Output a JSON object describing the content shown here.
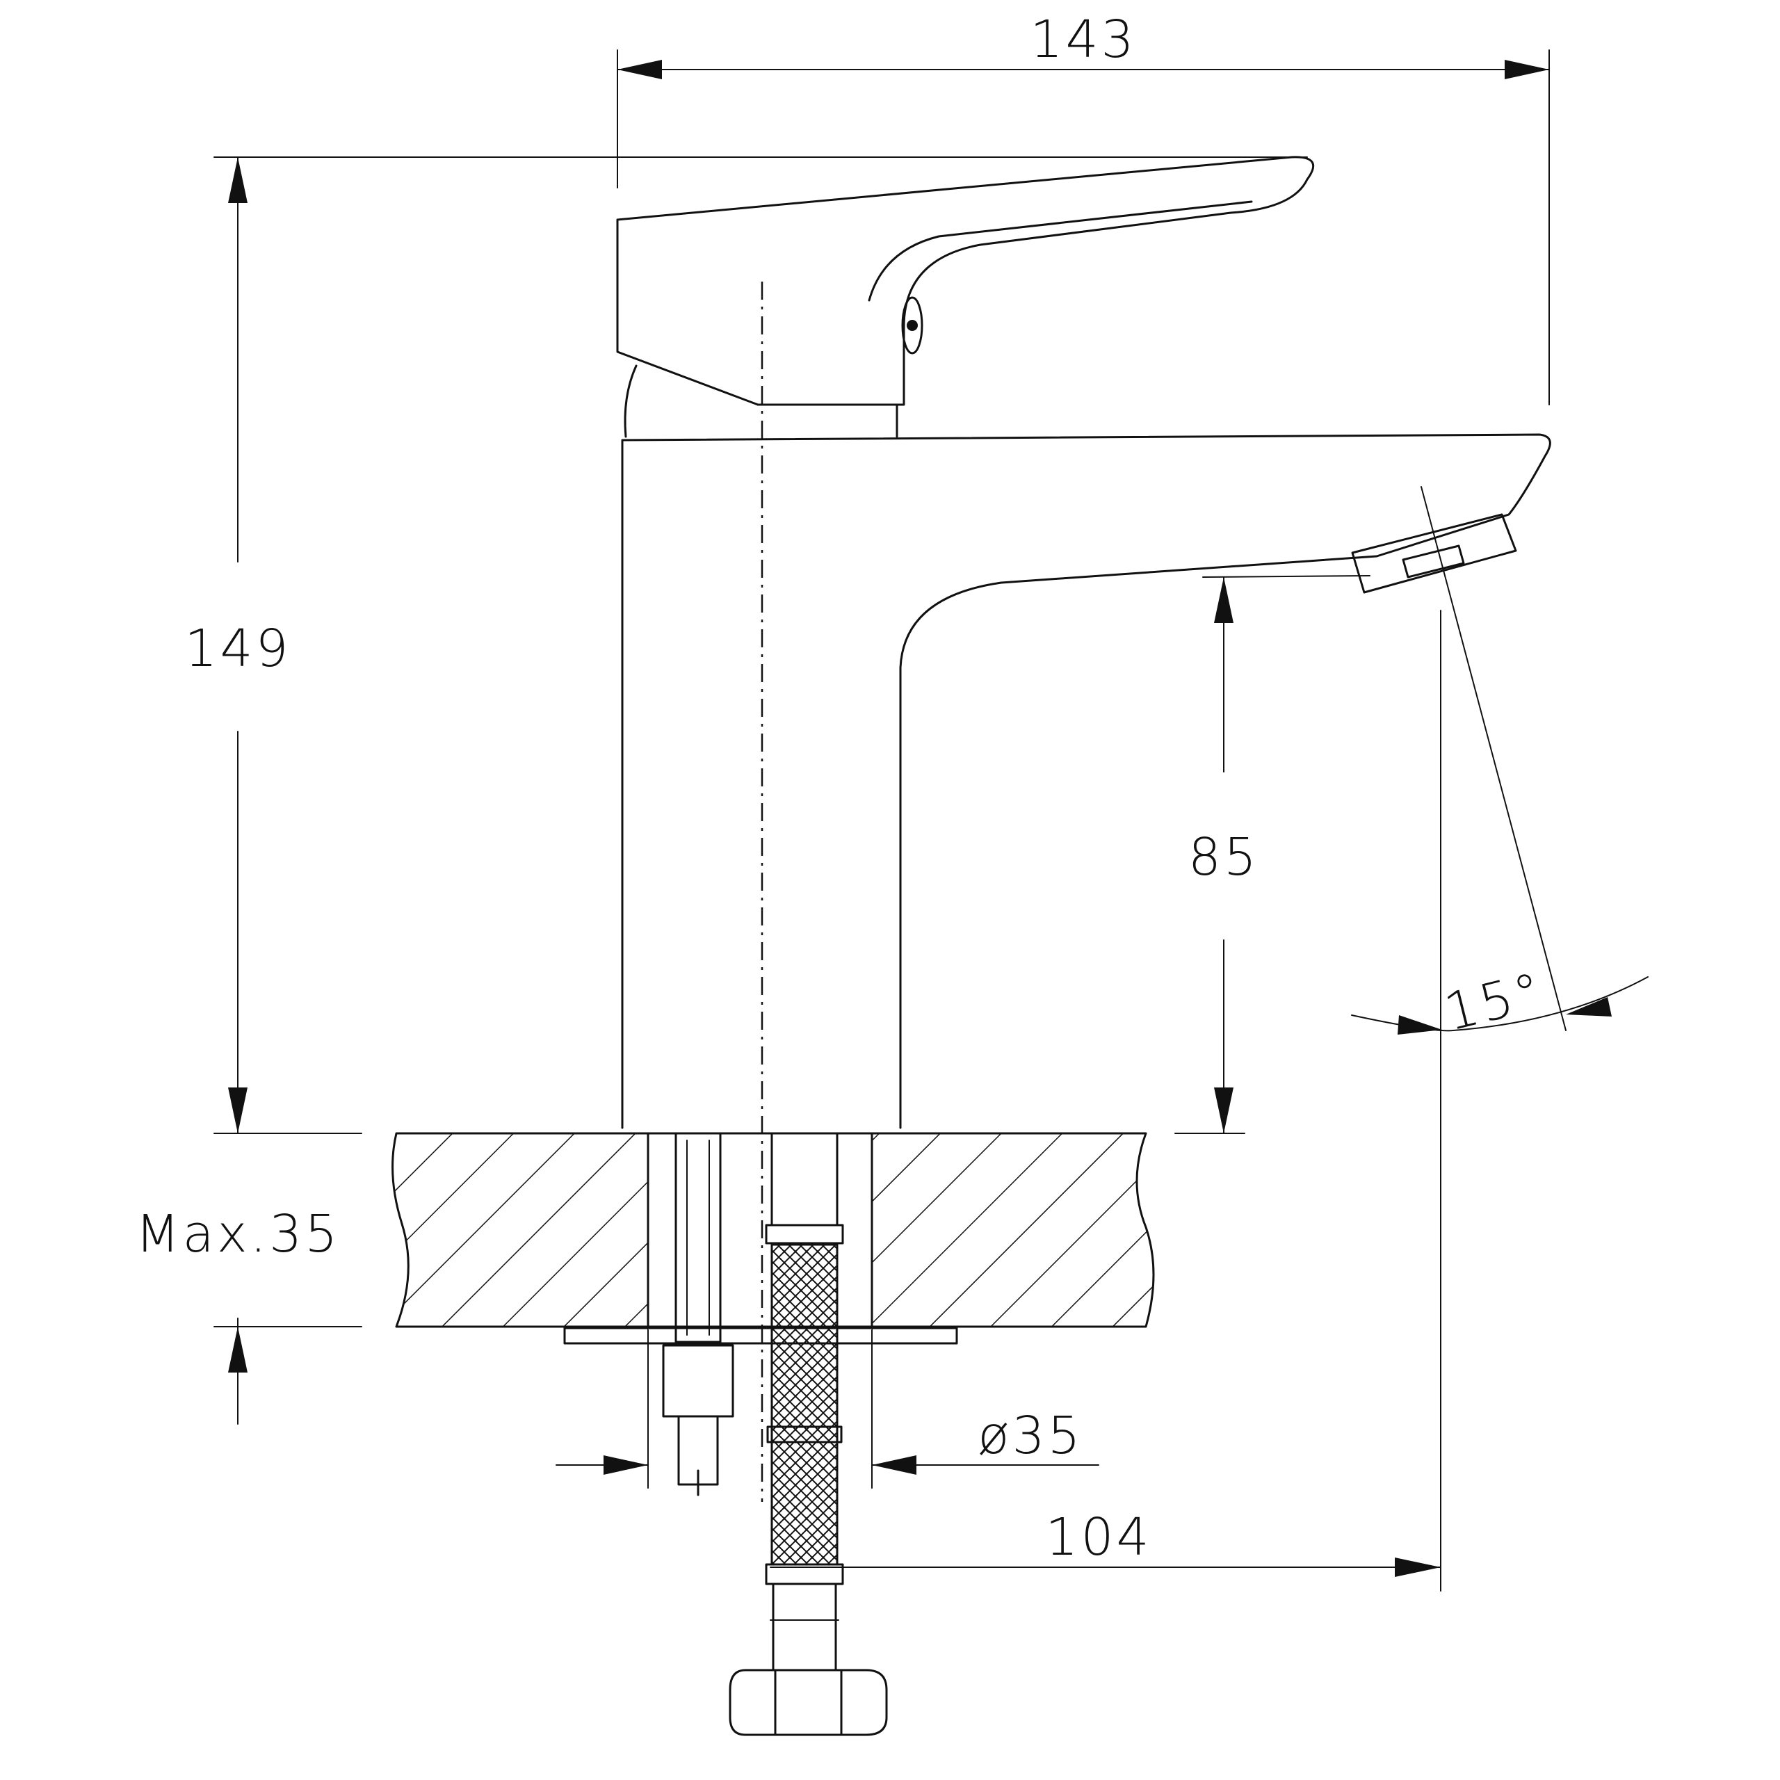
{
  "dimensions": {
    "width": "143",
    "height": "149",
    "spout_height": "85",
    "max_thickness": "Max.35",
    "hole_diameter": "ø35",
    "spout_reach": "104",
    "spout_angle": "15°"
  },
  "colors": {
    "line": "#111111",
    "background": "#ffffff"
  }
}
